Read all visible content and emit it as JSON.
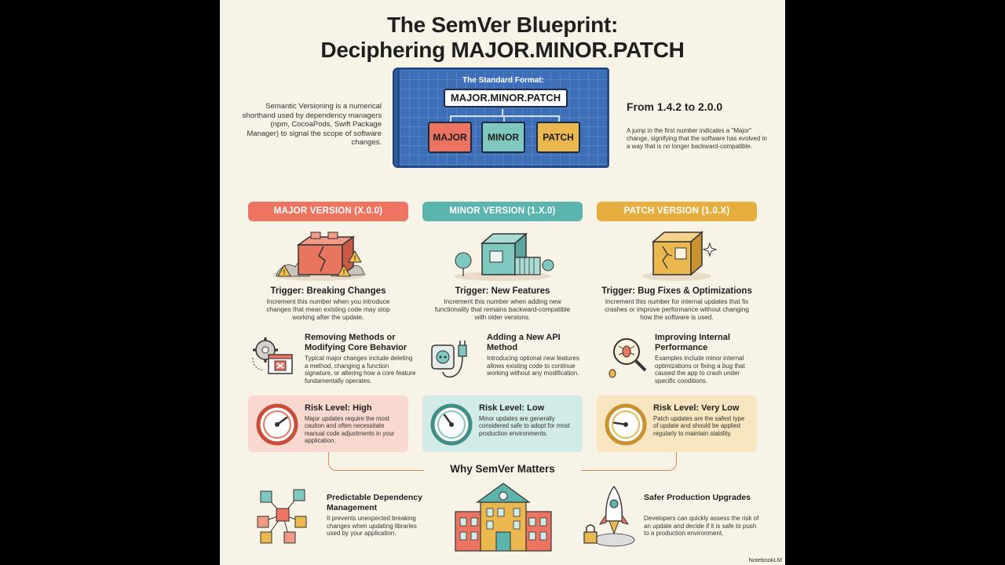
{
  "title_line1": "The SemVer Blueprint:",
  "title_line2": "Deciphering MAJOR.MINOR.PATCH",
  "blueprint": {
    "label": "The Standard Format:",
    "format": "MAJOR.MINOR.PATCH",
    "major": "MAJOR",
    "minor": "MINOR",
    "patch": "PATCH"
  },
  "intro_left": "Semantic Versioning is a numerical shorthand used by dependency managers (npm, CocoaPods, Swift Package Manager) to signal the scope of software changes.",
  "intro_right": {
    "title": "From 1.4.2 to 2.0.0",
    "desc": "A jump in the first number indicates a \"Major\" change, signifying that the software has evolved in a way that is no longer backward-compatible."
  },
  "columns": [
    {
      "header": "MAJOR VERSION (X.0.0)",
      "trigger_title": "Trigger: Breaking Changes",
      "trigger_desc": "Increment this number when you introduce changes that mean existing code may stop working after the update.",
      "example_title": "Removing Methods or Modifying Core Behavior",
      "example_desc": "Typical major changes include deleting a method, changing a function signature, or altering how a core feature fundamentally operates.",
      "risk_title": "Risk Level: High",
      "risk_desc": "Major updates require the most caution and often necessitate manual code adjustments in your application.",
      "risk_level": 0.9
    },
    {
      "header": "MINOR VERSION (1.X.0)",
      "trigger_title": "Trigger: New Features",
      "trigger_desc": "Increment this number when adding new functionality that remains backward-compatible with older versions.",
      "example_title": "Adding a New API Method",
      "example_desc": "Introducing optional new features allows existing code to continue working without any modification.",
      "risk_title": "Risk Level: Low",
      "risk_desc": "Minor updates are generally considered safe to adopt for most production environments.",
      "risk_level": 0.4
    },
    {
      "header": "PATCH VERSION (1.0.X)",
      "trigger_title": "Trigger: Bug Fixes & Optimizations",
      "trigger_desc": "Increment this number for internal updates that fix crashes or improve performance without changing how the software is used.",
      "example_title": "Improving Internal Performance",
      "example_desc": "Examples include minor internal optimizations or fixing a bug that caused the app to crash under specific conditions.",
      "risk_title": "Risk Level: Very Low",
      "risk_desc": "Patch updates are the safest type of update and should be applied regularly to maintain stability.",
      "risk_level": 0.15
    }
  ],
  "why": {
    "title": "Why SemVer Matters",
    "left_title": "Predictable Dependency Management",
    "left_desc": "It prevents unexpected breaking changes when updating libraries used by your application.",
    "right_title": "Safer Production Upgrades",
    "right_desc": "Developers can quickly assess the risk of an update and decide if it is safe to push to a production environment."
  },
  "watermark": "NotebookLM",
  "colors": {
    "major": "#ec7461",
    "minor": "#5bb5ad",
    "patch": "#e6ae3f",
    "major_light": "#f9d9cf",
    "minor_light": "#d3ebe7",
    "patch_light": "#f8e6c0",
    "icon": {
      "major_block": "lego-brick-cracked-icon",
      "minor_block": "building-extension-icon",
      "patch_block": "cracked-box-icon"
    }
  }
}
